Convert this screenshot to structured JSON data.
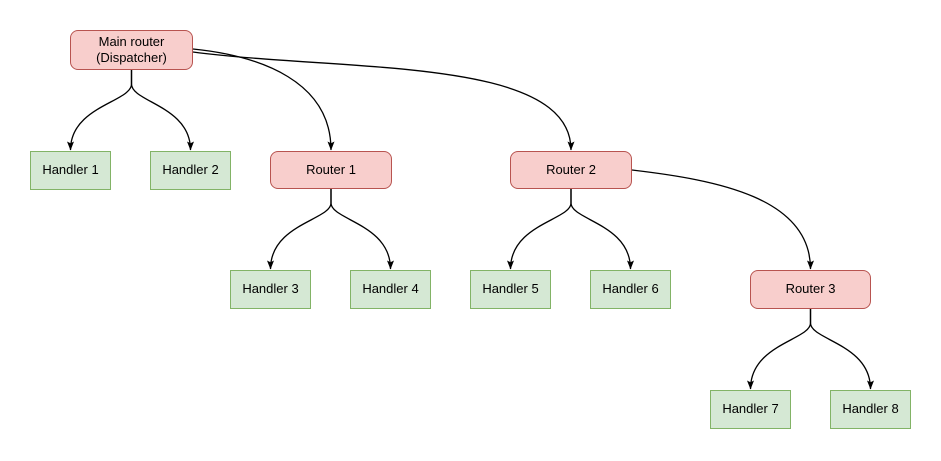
{
  "diagram": {
    "kind": "routing-tree",
    "background": "#ffffff",
    "colors": {
      "router_fill": "#f8cecc",
      "router_border": "#b85450",
      "handler_fill": "#d5e8d4",
      "handler_border": "#82b366",
      "edge": "#000000",
      "text": "#000000"
    },
    "nodes": [
      {
        "id": "main",
        "label": "Main router\n(Dispatcher)",
        "type": "router"
      },
      {
        "id": "handler1",
        "label": "Handler 1",
        "type": "handler"
      },
      {
        "id": "handler2",
        "label": "Handler 2",
        "type": "handler"
      },
      {
        "id": "router1",
        "label": "Router 1",
        "type": "router"
      },
      {
        "id": "router2",
        "label": "Router 2",
        "type": "router"
      },
      {
        "id": "handler3",
        "label": "Handler 3",
        "type": "handler"
      },
      {
        "id": "handler4",
        "label": "Handler 4",
        "type": "handler"
      },
      {
        "id": "handler5",
        "label": "Handler 5",
        "type": "handler"
      },
      {
        "id": "handler6",
        "label": "Handler 6",
        "type": "handler"
      },
      {
        "id": "router3",
        "label": "Router 3",
        "type": "router"
      },
      {
        "id": "handler7",
        "label": "Handler 7",
        "type": "handler"
      },
      {
        "id": "handler8",
        "label": "Handler 8",
        "type": "handler"
      }
    ],
    "edges": [
      {
        "from": "main",
        "to": "handler1"
      },
      {
        "from": "main",
        "to": "handler2"
      },
      {
        "from": "main",
        "to": "router1"
      },
      {
        "from": "main",
        "to": "router2"
      },
      {
        "from": "router1",
        "to": "handler3"
      },
      {
        "from": "router1",
        "to": "handler4"
      },
      {
        "from": "router2",
        "to": "handler5"
      },
      {
        "from": "router2",
        "to": "handler6"
      },
      {
        "from": "router2",
        "to": "router3"
      },
      {
        "from": "router3",
        "to": "handler7"
      },
      {
        "from": "router3",
        "to": "handler8"
      }
    ]
  }
}
